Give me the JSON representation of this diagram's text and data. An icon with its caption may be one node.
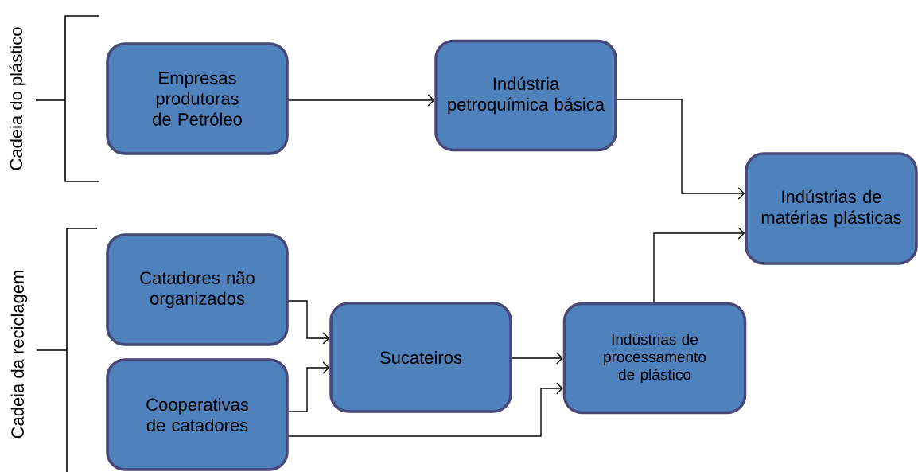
{
  "diagram": {
    "nodes": [
      {
        "text": [
          "Empresas produtoras de Petróleo"
        ]
      },
      {
        "text": [
          "Indústria petroquímica básica"
        ]
      },
      {
        "text": [
          "Indústrias de matérias plásticas"
        ]
      },
      {
        "text": [
          "Catadores não organizados"
        ]
      },
      {
        "text": [
          "Sucateiros"
        ]
      },
      {
        "text": [
          "Cooperativas de catadores"
        ]
      },
      {
        "text": [
          "Indústrias de processamento de plástico"
        ]
      }
    ],
    "edges": [
      {
        "from": 0,
        "to": 1,
        "arrow": "to"
      },
      {
        "from": 1,
        "to": 2,
        "arrow": "to"
      },
      {
        "from": 6,
        "to": 2,
        "arrow": "to"
      },
      {
        "from": 3,
        "to": 4,
        "arrow": "to"
      },
      {
        "from": 5,
        "to": 4,
        "arrow": "to"
      },
      {
        "from": 4,
        "to": 6,
        "arrow": "to"
      },
      {
        "from": 5,
        "to": 6,
        "arrow": "to"
      }
    ],
    "labels": [
      "Cadeia do plástico",
      "Cadeia da reciclagem"
    ]
  }
}
